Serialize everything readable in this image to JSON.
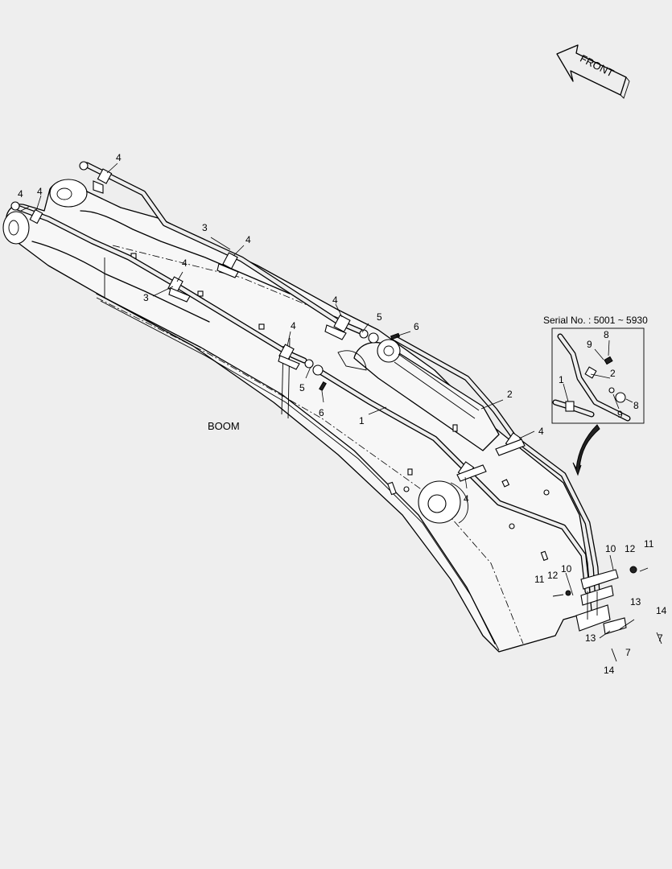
{
  "title": "",
  "labels": {
    "front": "FRONT",
    "boom": "BOOM",
    "serial": "Serial No. : 5001 ~ 5930"
  },
  "callouts": {
    "c1": "4",
    "c2": "4",
    "c3": "4",
    "c4": "3",
    "c5": "4",
    "c6": "3",
    "c7": "4",
    "c8": "4",
    "c9": "5",
    "c10": "6",
    "c11": "4",
    "c12": "5",
    "c13": "6",
    "c14": "1",
    "c15": "2",
    "c16": "4",
    "c17": "4",
    "c18": "10",
    "c19": "12",
    "c20": "11",
    "c21": "11",
    "c22": "12",
    "c23": "10",
    "c24": "13",
    "c25": "14",
    "c26": "7",
    "c27": "13",
    "c28": "7",
    "c29": "14",
    "d1": "8",
    "d2": "9",
    "d3": "2",
    "d4": "1",
    "d5": "9",
    "d6": "8"
  }
}
